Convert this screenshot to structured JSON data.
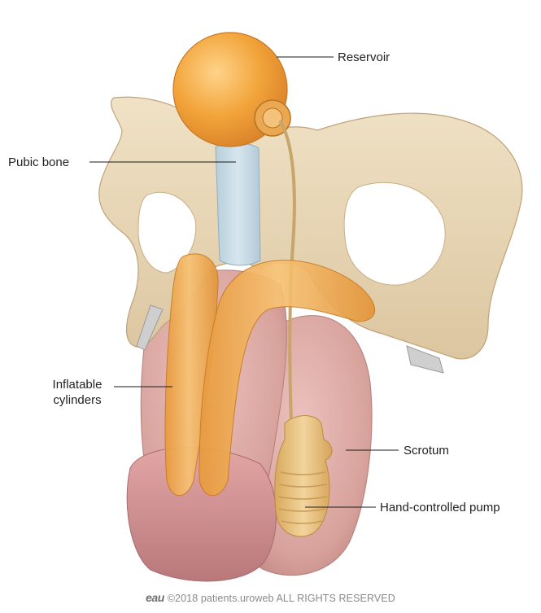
{
  "labels": {
    "reservoir": "Reservoir",
    "pubic_bone": "Pubic bone",
    "inflatable_cylinders_line1": "Inflatable",
    "inflatable_cylinders_line2": "cylinders",
    "scrotum": "Scrotum",
    "hand_controlled_pump": "Hand-controlled pump"
  },
  "footer": {
    "logo": "eau",
    "text": "©2018 patients.uroweb ALL RIGHTS RESERVED"
  },
  "colors": {
    "reservoir": "#F2A43A",
    "bone": "#E9D7B6",
    "cartilage": "#C9DCE6",
    "skin": "#D9A8A3",
    "cylinder": "#F0B25A",
    "tube": "#C8A56A",
    "pump": "#E8C583"
  }
}
